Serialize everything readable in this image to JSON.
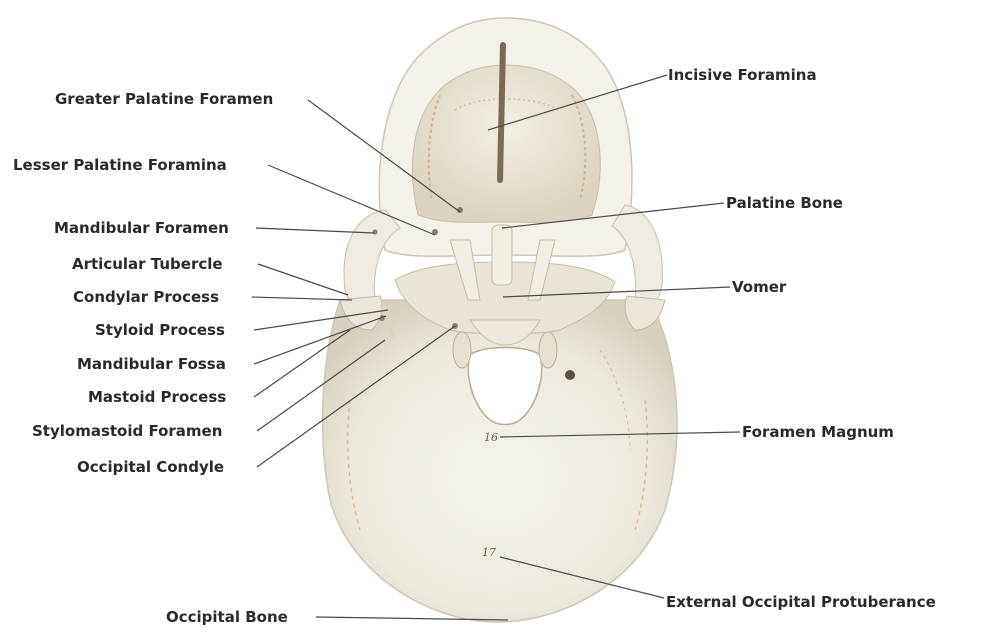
{
  "labels": {
    "greater_palatine_foramen": "Greater Palatine Foramen",
    "lesser_palatine_foramina": "Lesser Palatine Foramina",
    "mandibular_foramen": "Mandibular Foramen",
    "articular_tubercle": "Articular Tubercle",
    "condylar_process": "Condylar Process",
    "styloid_process": "Styloid Process",
    "mandibular_fossa": "Mandibular Fossa",
    "mastoid_process": "Mastoid Process",
    "stylomastoid_foramen": "Stylomastoid Foramen",
    "occipital_condyle": "Occipital Condyle",
    "occipital_bone": "Occipital Bone",
    "incisive_foramina": "Incisive Foramina",
    "palatine_bone": "Palatine Bone",
    "vomer": "Vomer",
    "foramen_magnum": "Foramen Magnum",
    "external_occipital_protuberance": "External Occipital Protuberance"
  },
  "model_numbers": {
    "foramen_magnum_tag": "16",
    "protuberance_tag": "17"
  },
  "colors": {
    "bone": "#efece2",
    "bone_shadow": "#d9d3c3",
    "suture": "#d6a876",
    "leader_line": "#4a4a4a",
    "label_text": "#2a2a2a",
    "pointer_rod": "#7b6a55"
  }
}
